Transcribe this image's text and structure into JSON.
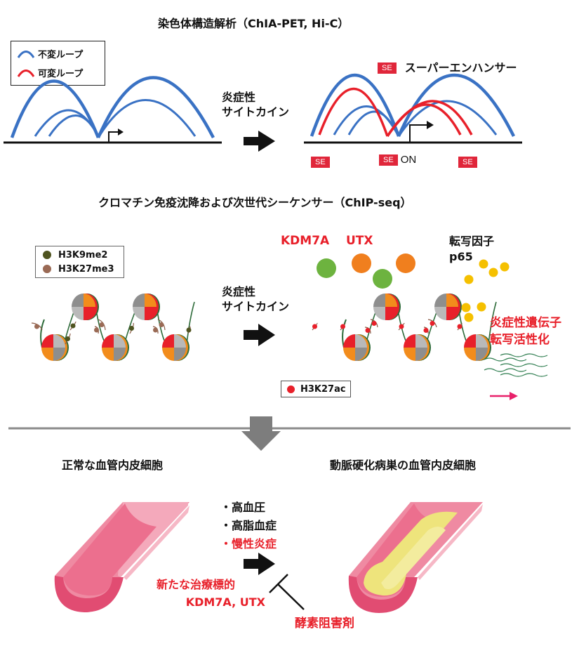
{
  "section1": {
    "title": "染色体構造解析（ChIA-PET, Hi-C）",
    "legend": [
      {
        "label": "不変ループ",
        "color": "#3a72c4"
      },
      {
        "label": "可変ループ",
        "color": "#e8202a"
      }
    ],
    "se_legend": {
      "badge": "SE",
      "label": "スーパーエンハンサー"
    },
    "stimulus": [
      "炎症性",
      "サイトカイン"
    ],
    "se_markers": [
      "SE",
      "SE",
      "SE"
    ],
    "on_label": "ON"
  },
  "section2": {
    "title": "クロマチン免疫沈降および次世代シーケンサー（ChIP-seq）",
    "legend": [
      {
        "label": "H3K9me2",
        "color": "#4f5420"
      },
      {
        "label": "H3K27me3",
        "color": "#9a6a55"
      }
    ],
    "stimulus": [
      "炎症性",
      "サイトカイン"
    ],
    "enzymes": {
      "kdm7a": "KDM7A",
      "utx": "UTX"
    },
    "tf_label": [
      "転写因子",
      "p65"
    ],
    "activation_label": [
      "炎症性遺伝子",
      "転写活性化"
    ],
    "acetyl_legend": {
      "label": "H3K27ac",
      "color": "#e8202a"
    },
    "colors": {
      "kdm7a": "#6db33f",
      "utx": "#f07f1e",
      "p65": "#f5c000",
      "rna": "#2e7d4f",
      "arrow": "#e8206a"
    }
  },
  "section3": {
    "normal_title": "正常な血管内皮細胞",
    "lesion_title": "動脈硬化病巣の血管内皮細胞",
    "risk_factors": [
      {
        "label": "・高血圧",
        "highlight": false
      },
      {
        "label": "・高脂血症",
        "highlight": false
      },
      {
        "label": "・慢性炎症",
        "highlight": true
      }
    ],
    "target_label": [
      "新たな治療標的",
      "KDM7A, UTX"
    ],
    "inhibitor_label": "酵素阻害剤"
  }
}
